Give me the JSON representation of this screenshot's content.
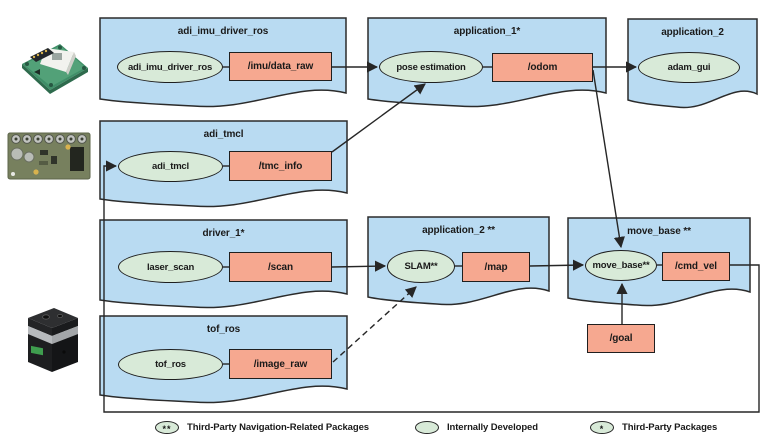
{
  "diagram": {
    "packages": [
      {
        "title": "adi_imu_driver_ros",
        "node": "adi_imu_driver_ros",
        "topic": "/imu/data_raw"
      },
      {
        "title": "application_1*",
        "node": "pose estimation",
        "topic": "/odom"
      },
      {
        "title": "application_2",
        "node": "adam_gui"
      },
      {
        "title": "adi_tmcl",
        "node": "adi_tmcl",
        "topic": "/tmc_info"
      },
      {
        "title": "driver_1*",
        "node": "laser_scan",
        "topic": "/scan"
      },
      {
        "title": "application_2 **",
        "node": "SLAM**",
        "topic": "/map"
      },
      {
        "title": "move_base **",
        "node": "move_base**",
        "topic": "/cmd_vel"
      },
      {
        "title": "tof_ros",
        "node": "tof_ros",
        "topic": "/image_raw"
      }
    ],
    "standalone_topic": {
      "label": "/goal"
    },
    "hardware_icons": [
      {
        "name": "imu-eval-board-photo"
      },
      {
        "name": "motor-controller-board-photo"
      },
      {
        "name": "tof-camera-photo"
      }
    ],
    "legend": [
      {
        "symbol": "**",
        "label": "Third-Party Navigation-Related Packages"
      },
      {
        "symbol": "",
        "label": "Internally Developed"
      },
      {
        "symbol": "*",
        "label": "Third-Party Packages"
      }
    ],
    "colors": {
      "package_fill": "#b9dbf2",
      "node_fill": "#d8ead8",
      "topic_fill": "#f6a890",
      "stroke": "#262626"
    }
  }
}
